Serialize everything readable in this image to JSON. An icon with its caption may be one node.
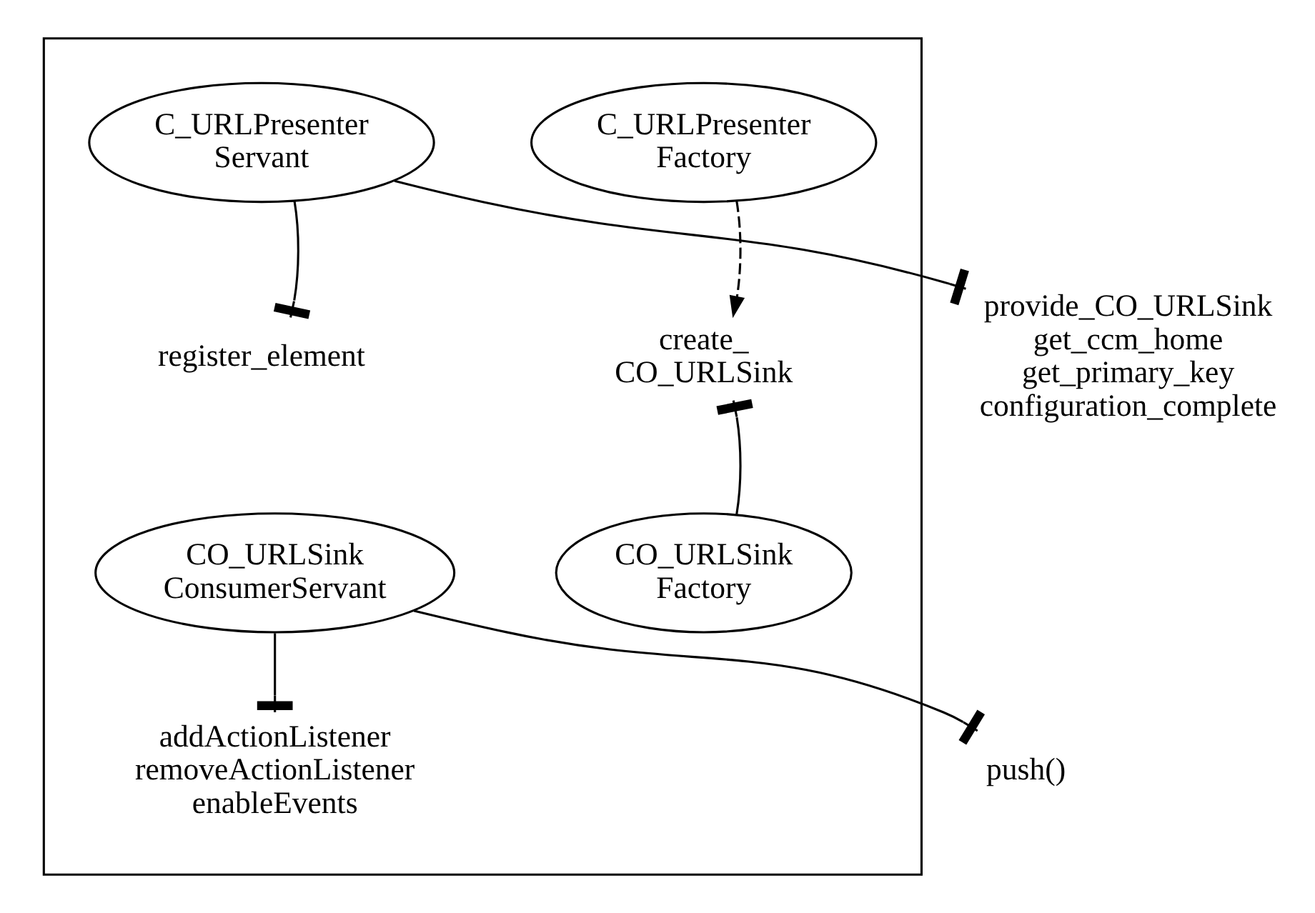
{
  "diagram": {
    "nodes": [
      {
        "text": [],
        "shape": "box"
      },
      {
        "text": [
          "C_URLPresenter Factory"
        ],
        "in": 0
      },
      {
        "text": [
          "C_URLPresenter Servant"
        ],
        "in": 0
      },
      {
        "text": [
          "provide_CO_URLSink get_ccm_home get_primary_key configuration_complete"
        ]
      },
      {
        "text": [
          "register_element"
        ],
        "in": 0
      },
      {
        "text": [
          "create_ CO_URLSink"
        ],
        "in": 0
      },
      {
        "text": [
          "CO_URLSink Factory"
        ],
        "in": 0
      },
      {
        "text": [
          "CO_URLSink ConsumerServant"
        ],
        "in": 0
      },
      {
        "text": [
          "push()"
        ]
      },
      {
        "text": [
          "addActionListener removeActionListener enableEvents"
        ],
        "in": 0
      }
    ],
    "edges": [
      {
        "from": 2,
        "to": 3,
        "arrow": "other"
      },
      {
        "from": 2,
        "to": 4,
        "arrow": "other"
      },
      {
        "from": 1,
        "to": 5,
        "arrow": "to",
        "style": "dashed"
      },
      {
        "from": 6,
        "to": 5,
        "arrow": "other"
      },
      {
        "from": 7,
        "to": 8,
        "arrow": "other"
      },
      {
        "from": 7,
        "to": 9,
        "arrow": "other"
      }
    ]
  }
}
